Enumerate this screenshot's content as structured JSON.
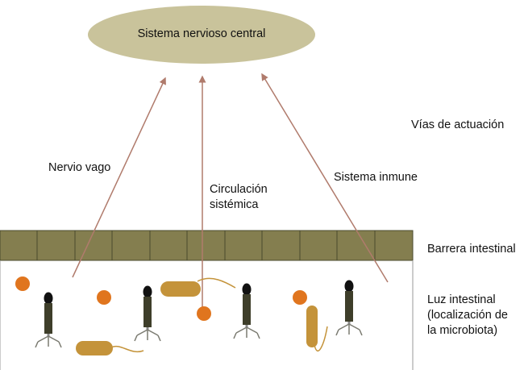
{
  "cns_label": "Sistema nervioso central",
  "pathways_label": "Vías de actuación",
  "routes": {
    "vagus": "Nervio vago",
    "circulation_line1": "Circulación",
    "circulation_line2": "sistémica",
    "immune": "Sistema inmune"
  },
  "barrier_label": "Barrera intestinal",
  "lumen_label": {
    "line1": "Luz intestinal",
    "line2": "(localización de",
    "line3": "la microbiota)"
  },
  "colors": {
    "ellipse_fill": "#c9c39b",
    "arrow": "#b07b6c",
    "barrier_fill": "#847e4f",
    "barrier_line": "#4a4a2e",
    "coccus": "#e0751e",
    "bacillus": "#c4933a",
    "phage_body": "#3e3e2a",
    "phage_head": "#111111"
  },
  "icons": [
    "phage-icon",
    "coccus-icon",
    "bacillus-icon"
  ]
}
